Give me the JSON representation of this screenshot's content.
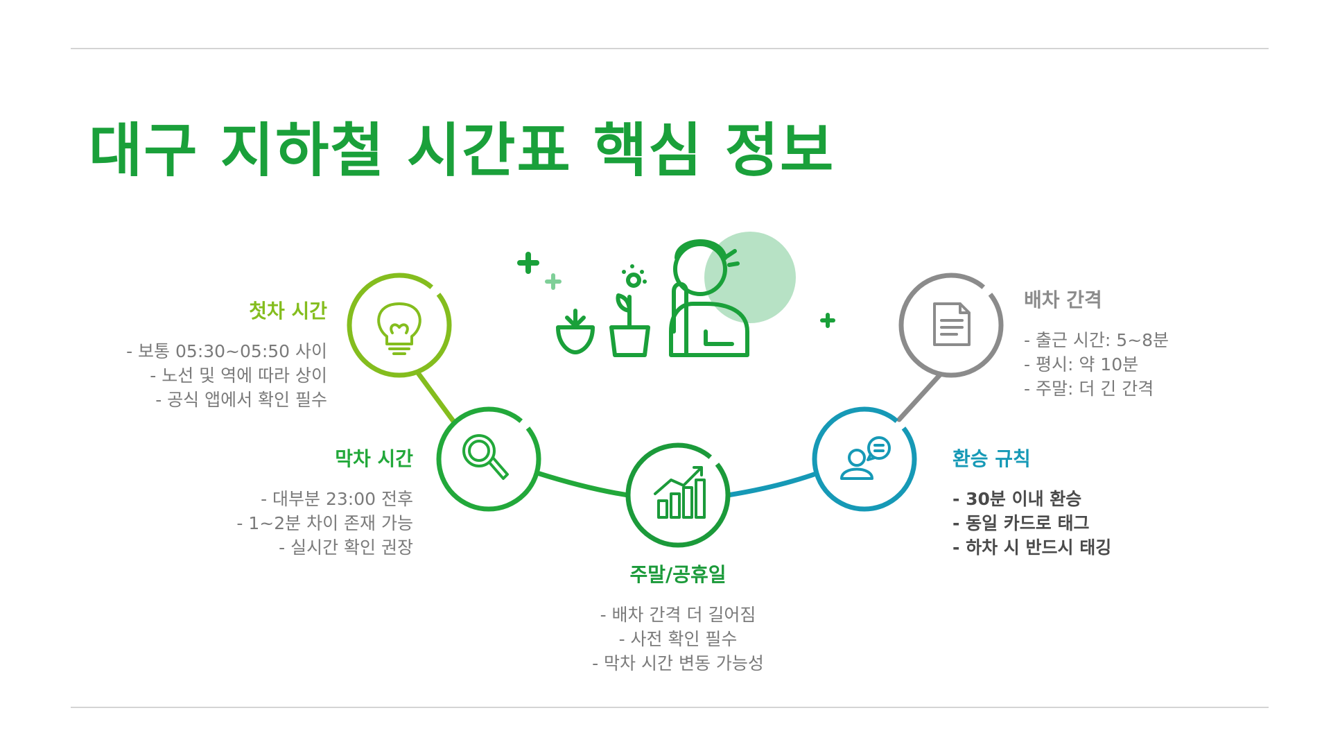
{
  "title": "대구 지하철 시간표 핵심 정보",
  "colors": {
    "title": "#1aa03a",
    "lime": "#84bd1e",
    "green": "#22a83a",
    "darkgreen": "#1b9a3a",
    "teal": "#1699b6",
    "gray": "#8b8b8b"
  },
  "steps": {
    "first": {
      "heading": "첫차 시간",
      "icon": "lightbulb-icon",
      "lines": [
        "- 보통 05:30~05:50 사이",
        "- 노선 및 역에 따라 상이",
        "- 공식 앱에서 확인 필수"
      ]
    },
    "last": {
      "heading": "막차 시간",
      "icon": "magnifier-icon",
      "lines": [
        "- 대부분 23:00 전후",
        "- 1~2분 차이 존재 가능",
        "- 실시간 확인 권장"
      ]
    },
    "weekend": {
      "heading": "주말/공휴일",
      "icon": "bar-chart-icon",
      "lines": [
        "- 배차 간격 더 길어짐",
        "- 사전 확인 필수",
        "- 막차 시간 변동 가능성"
      ]
    },
    "transfer": {
      "heading": "환승 규칙",
      "icon": "user-chat-icon",
      "lines": [
        "- 30분 이내 환승",
        "- 동일 카드로 태그",
        "- 하차 시 반드시 태깅"
      ]
    },
    "interval": {
      "heading": "배차 간격",
      "icon": "document-icon",
      "lines": [
        "- 출근 시간: 5~8분",
        "- 평시: 약 10분",
        "- 주말: 더 긴 간격"
      ]
    }
  }
}
